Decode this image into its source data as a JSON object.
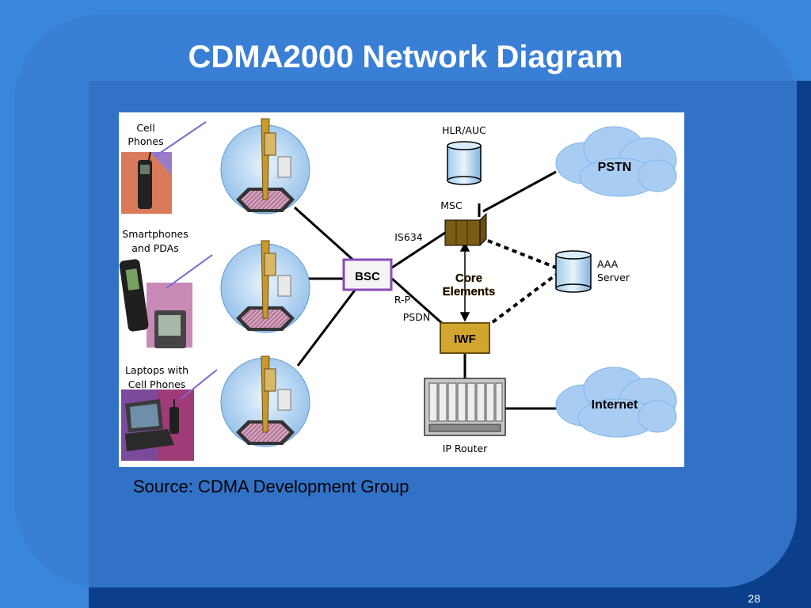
{
  "slide": {
    "title": "CDMA2000 Network Diagram",
    "source": "Source: CDMA Development Group",
    "page_number": "28"
  },
  "colors": {
    "background": "#0b3f8c",
    "frame": "#3a7fd6",
    "cloud": "#a9cdf2",
    "tower_disc": "#cfe4f8",
    "msc_box": "#7a5c14",
    "iwf_box": "#d2a62e",
    "core_text": "#b8860b"
  },
  "diagram": {
    "devices": {
      "cell_phones_line1": "Cell",
      "cell_phones_line2": "Phones",
      "smartphones_line1": "Smartphones",
      "smartphones_line2": "and PDAs",
      "laptops_line1": "Laptops with",
      "laptops_line2": "Cell Phones"
    },
    "nodes": {
      "bsc": "BSC",
      "hlr_auc": "HLR/AUC",
      "msc": "MSC",
      "iwf": "IWF",
      "ip_router": "IP Router",
      "aaa_line1": "AAA",
      "aaa_line2": "Server",
      "pstn": "PSTN",
      "internet": "Internet"
    },
    "links": {
      "is634": "IS634",
      "r_p": "R-P",
      "psdn": "PSDN"
    },
    "core_elements_line1": "Core",
    "core_elements_line2": "Elements"
  }
}
